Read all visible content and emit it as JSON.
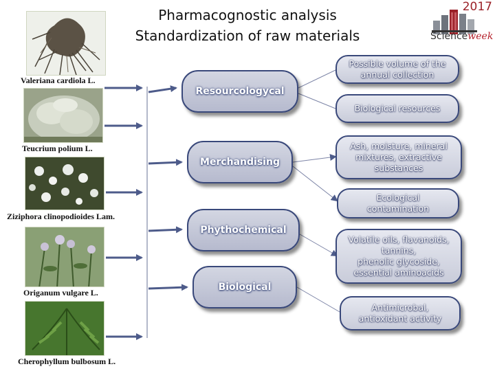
{
  "title": {
    "line1": "Pharmacognostic analysis",
    "line2": "Standardization of raw materials"
  },
  "logo": {
    "year": "2017",
    "word1": "Science",
    "word2": "week"
  },
  "plants": [
    {
      "caption": "Valeriana cardiola L."
    },
    {
      "caption": "Teucrium polium L."
    },
    {
      "caption": "Ziziphora clinopodioides Lam."
    },
    {
      "caption": "Origanum vulgare L."
    },
    {
      "caption": "Cherophyllum  bulbosum L."
    }
  ],
  "categories": [
    {
      "label": "Resourcologycal"
    },
    {
      "label": "Merchandising"
    },
    {
      "label": "Phythochemical"
    },
    {
      "label": "Biological"
    }
  ],
  "outcomes": [
    {
      "line1": "Possible volume of the",
      "line2": "annual collection"
    },
    {
      "line1": "Biological resources"
    },
    {
      "line1": "Ash, moisture, mineral",
      "line2": "mixtures, extractive",
      "line3": "substances"
    },
    {
      "line1": "Ecological",
      "line2": "contamination"
    },
    {
      "line1": "Volatile oils, flavanoids,",
      "line2": "tannins,",
      "line3": "phenolic glycoside,",
      "line4": "essential aminoacids"
    },
    {
      "line1": "Antimicrobal,",
      "line2": "antioxidant activity"
    }
  ],
  "colors": {
    "pill_border": "#39487a",
    "arrow": "#4d5b8a",
    "line": "#9aa0b8",
    "logo_red": "#9b2128"
  }
}
